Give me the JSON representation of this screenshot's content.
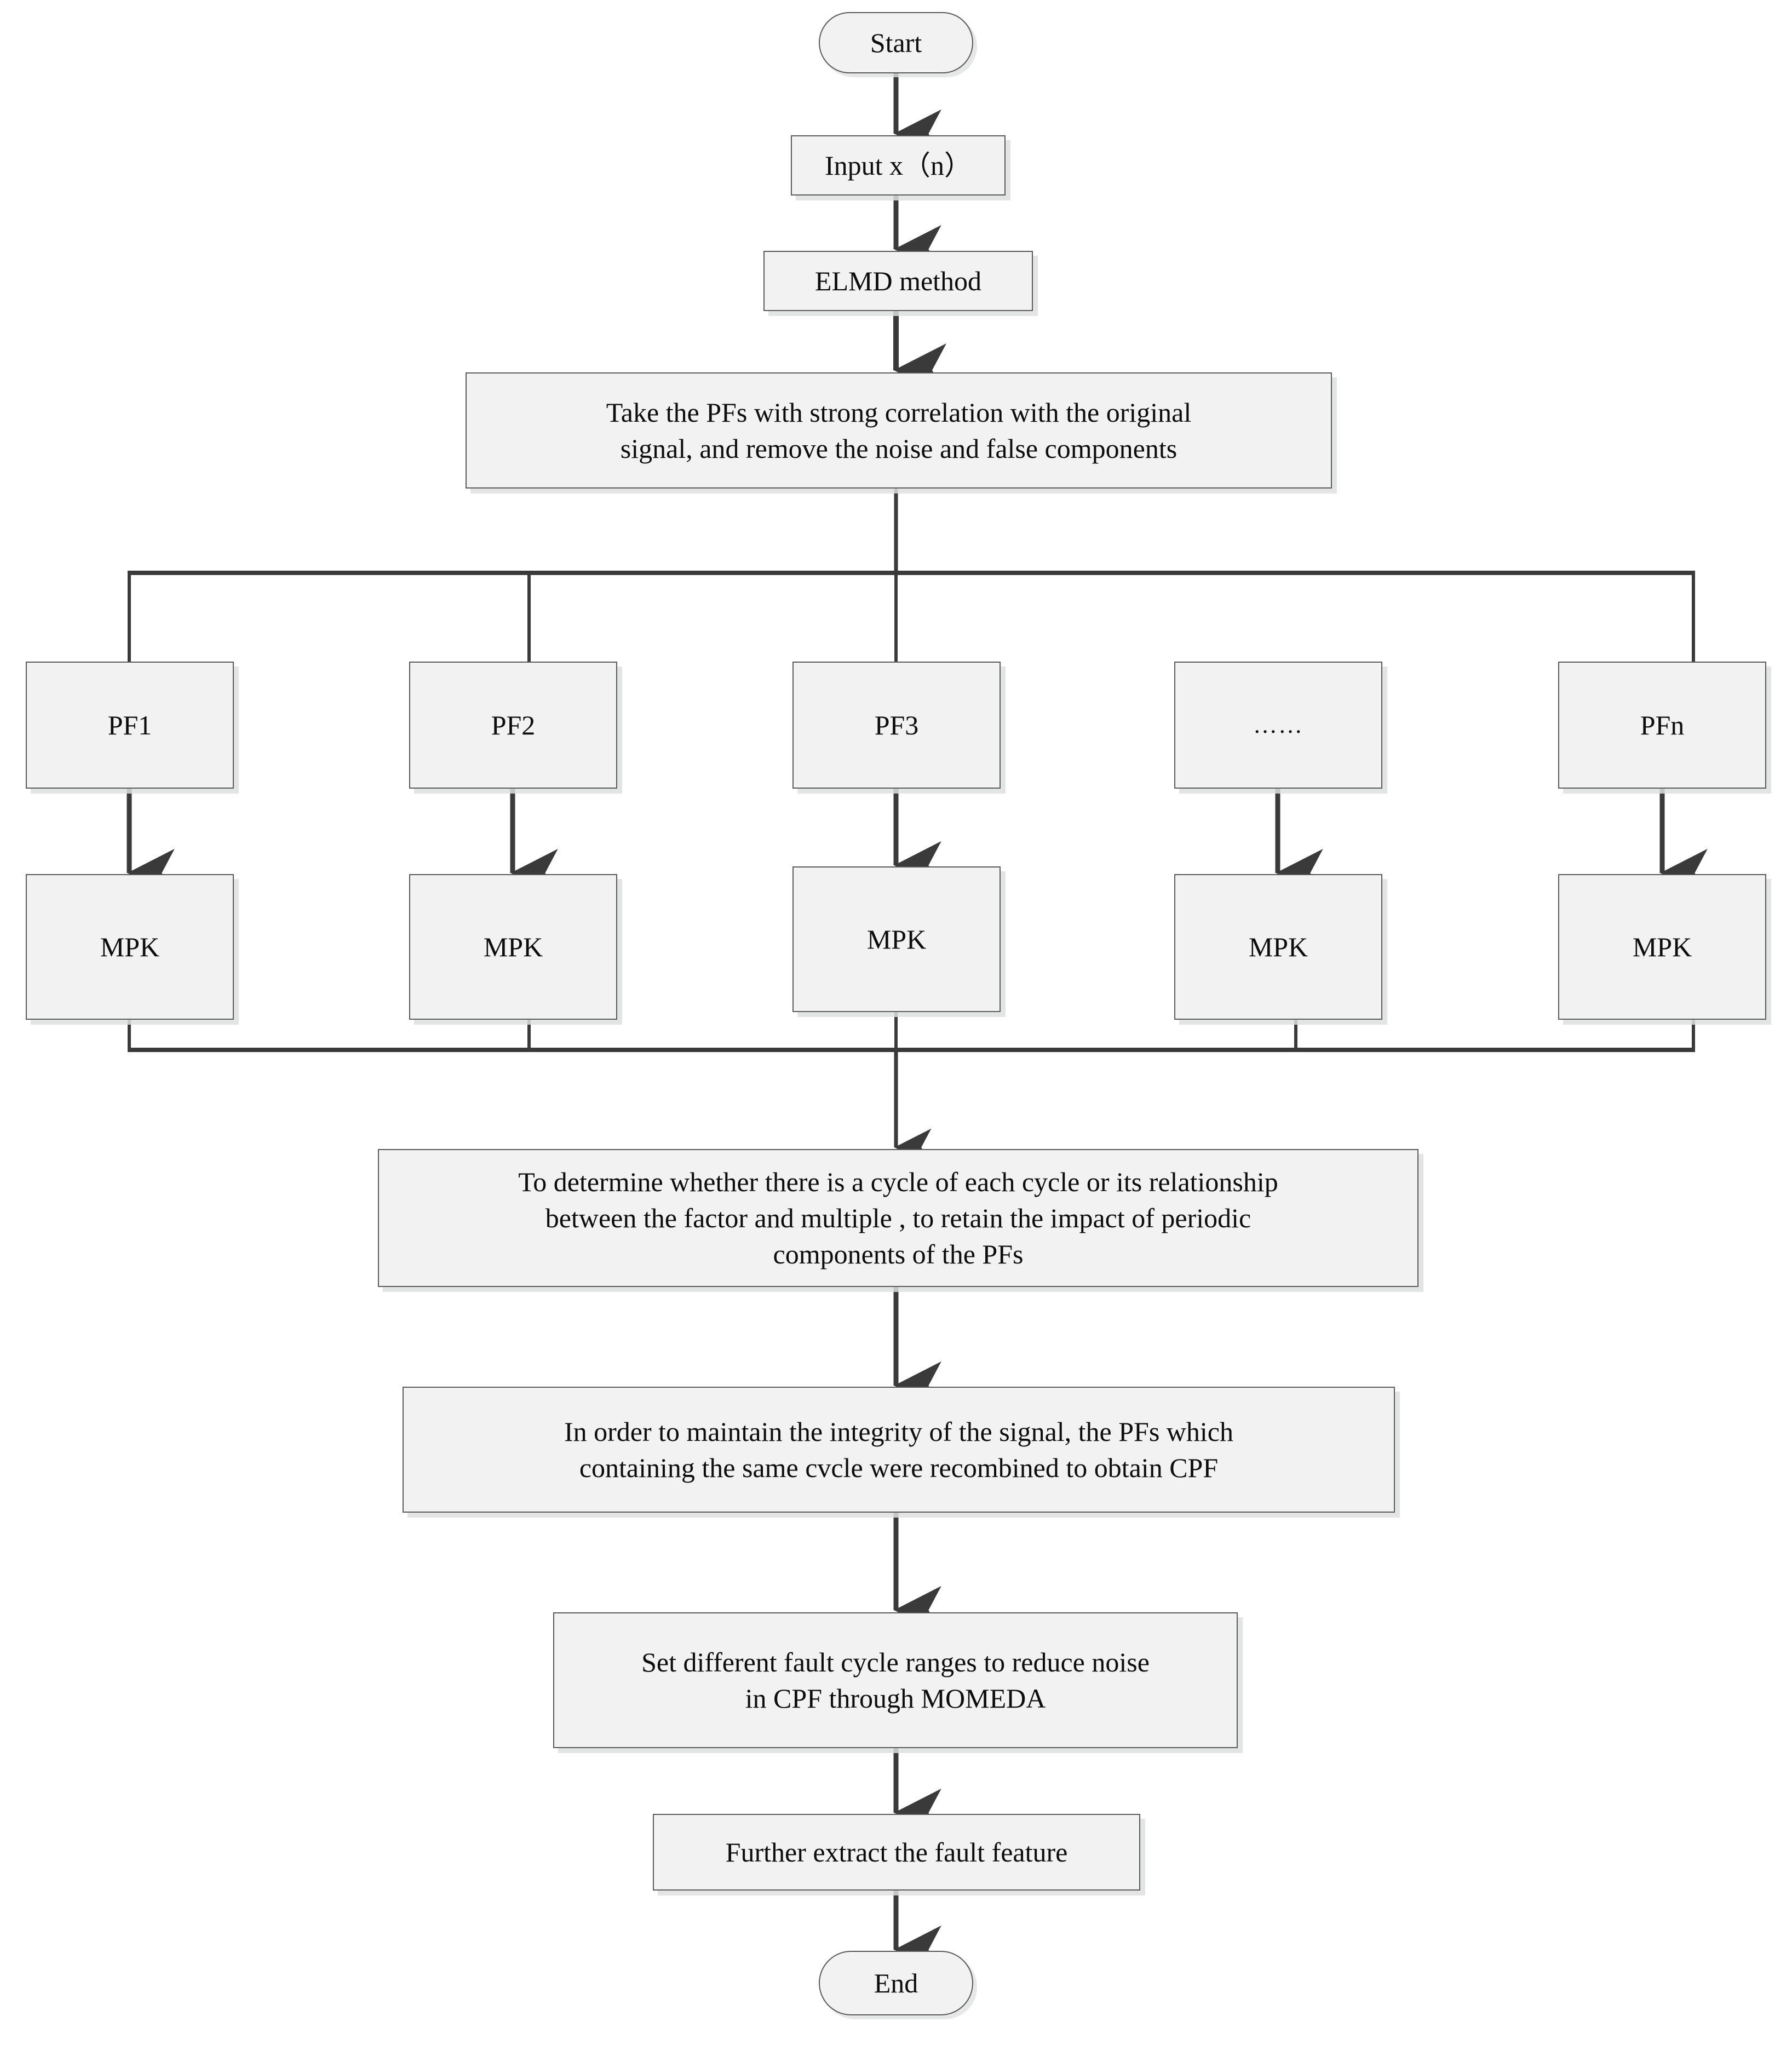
{
  "diagram": {
    "title": "ELMD-MPK-MOMEDA fault feature extraction flowchart",
    "colors": {
      "node_fill": "#f1f2f1",
      "node_border": "#5b5b5b",
      "edge": "#3a3a3a",
      "text": "#0d0d0d",
      "background": "#ffffff"
    },
    "nodes": {
      "start": {
        "label": "Start",
        "shape": "terminator"
      },
      "input": {
        "label": "Input x（n）",
        "shape": "process"
      },
      "elmd": {
        "label": "ELMD method",
        "shape": "process"
      },
      "take_pfs": {
        "label": "Take the PFs with strong correlation with the original\nsignal, and remove the noise and false components",
        "shape": "process"
      },
      "pf1": {
        "label": "PF1",
        "shape": "process"
      },
      "pf2": {
        "label": "PF2",
        "shape": "process"
      },
      "pf3": {
        "label": "PF3",
        "shape": "process"
      },
      "pf_ellipsis": {
        "label": "……",
        "shape": "process"
      },
      "pfn": {
        "label": "PFn",
        "shape": "process"
      },
      "mpk1": {
        "label": "MPK",
        "shape": "process"
      },
      "mpk2": {
        "label": "MPK",
        "shape": "process"
      },
      "mpk3": {
        "label": "MPK",
        "shape": "process"
      },
      "mpk4": {
        "label": "MPK",
        "shape": "process"
      },
      "mpk5": {
        "label": "MPK",
        "shape": "process"
      },
      "determine_cycle": {
        "label": "To determine whether there is a cycle of each cycle or its relationship\nbetween the factor and multiple , to retain the impact of periodic\ncomponents of the PFs",
        "shape": "process"
      },
      "recombine_cpf": {
        "label": "In order to maintain the integrity of the signal, the PFs which\ncontaining the same cvcle were recombined to obtain CPF",
        "shape": "process"
      },
      "momeda": {
        "label": "Set different fault cycle ranges to reduce noise\nin CPF through MOMEDA",
        "shape": "process"
      },
      "extract": {
        "label": "Further extract the fault feature",
        "shape": "process"
      },
      "end": {
        "label": "End",
        "shape": "terminator"
      }
    },
    "edges": [
      {
        "from": "start",
        "to": "input",
        "arrow": true
      },
      {
        "from": "input",
        "to": "elmd",
        "arrow": true
      },
      {
        "from": "elmd",
        "to": "take_pfs",
        "arrow": true
      },
      {
        "from": "take_pfs",
        "to": "branch_bar",
        "arrow": false
      },
      {
        "from": "branch_bar",
        "to": "pf1",
        "arrow": false
      },
      {
        "from": "branch_bar",
        "to": "pf2",
        "arrow": false
      },
      {
        "from": "branch_bar",
        "to": "pf3",
        "arrow": false
      },
      {
        "from": "branch_bar",
        "to": "pfn",
        "arrow": false
      },
      {
        "from": "pf1",
        "to": "mpk1",
        "arrow": true
      },
      {
        "from": "pf2",
        "to": "mpk2",
        "arrow": true
      },
      {
        "from": "pf3",
        "to": "mpk3",
        "arrow": true
      },
      {
        "from": "pf_ellipsis",
        "to": "mpk4",
        "arrow": true
      },
      {
        "from": "pfn",
        "to": "mpk5",
        "arrow": true
      },
      {
        "from": "mpk1",
        "to": "merge_bar",
        "arrow": false
      },
      {
        "from": "mpk2",
        "to": "merge_bar",
        "arrow": false
      },
      {
        "from": "mpk3",
        "to": "merge_bar",
        "arrow": false
      },
      {
        "from": "mpk4",
        "to": "merge_bar",
        "arrow": false
      },
      {
        "from": "mpk5",
        "to": "merge_bar",
        "arrow": false
      },
      {
        "from": "merge_bar",
        "to": "determine_cycle",
        "arrow": true
      },
      {
        "from": "determine_cycle",
        "to": "recombine_cpf",
        "arrow": true
      },
      {
        "from": "recombine_cpf",
        "to": "momeda",
        "arrow": true
      },
      {
        "from": "momeda",
        "to": "extract",
        "arrow": true
      },
      {
        "from": "extract",
        "to": "end",
        "arrow": true
      }
    ]
  }
}
